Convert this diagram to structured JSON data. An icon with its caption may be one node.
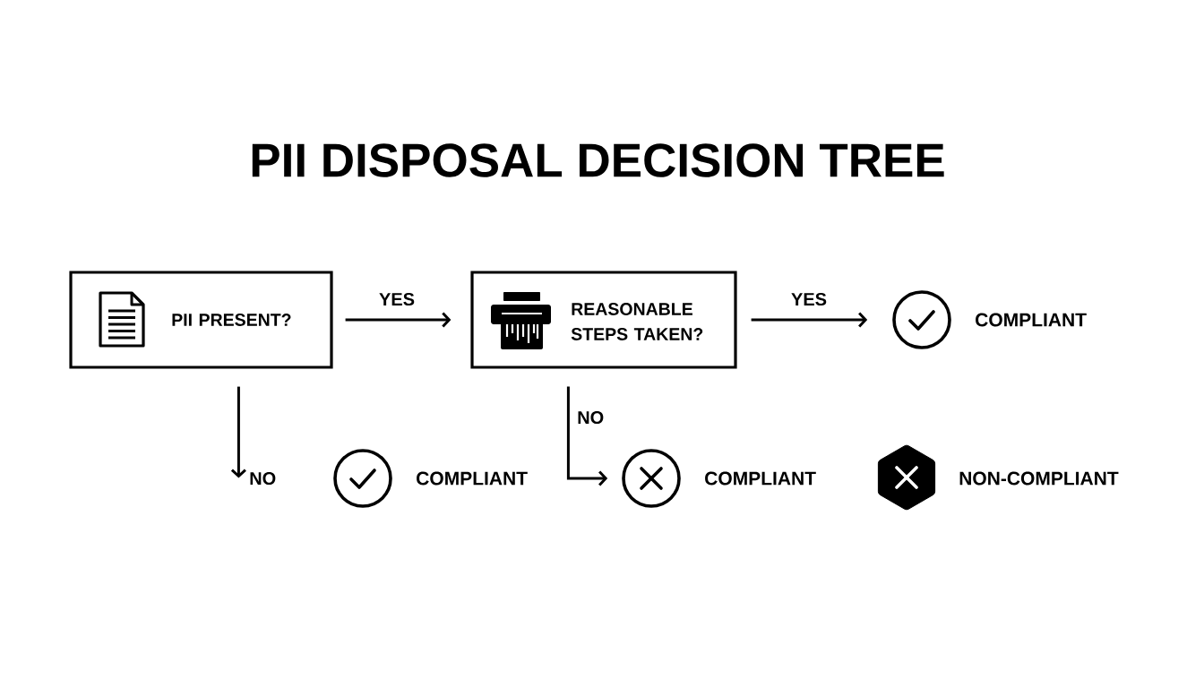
{
  "diagram": {
    "title": "PII DISPOSAL DECISION TREE",
    "nodes": [
      {
        "text": [
          "PII PRESENT?"
        ]
      },
      {
        "text": [
          "REASONABLE STEPS TAKEN?"
        ]
      },
      {
        "text": [],
        "shape": "circle",
        "beside": [
          "COMPLIANT"
        ]
      },
      {
        "text": [],
        "shape": "circle",
        "beside": [
          "COMPLIANT"
        ]
      },
      {
        "text": [],
        "shape": "circle",
        "beside": [
          "COMPLIANT"
        ]
      },
      {
        "text": [],
        "shape": "hexagon",
        "beside": [
          "NON-COMPLIANT"
        ]
      }
    ],
    "edges": [
      {
        "from": 0,
        "to": 1,
        "arrow": "to",
        "label": "YES"
      },
      {
        "from": 1,
        "to": 2,
        "arrow": "to",
        "label": "YES"
      },
      {
        "from": 0,
        "to": null,
        "arrow": "to",
        "label": "NO"
      },
      {
        "from": 1,
        "to": 4,
        "arrow": "to",
        "label": "NO"
      }
    ]
  }
}
